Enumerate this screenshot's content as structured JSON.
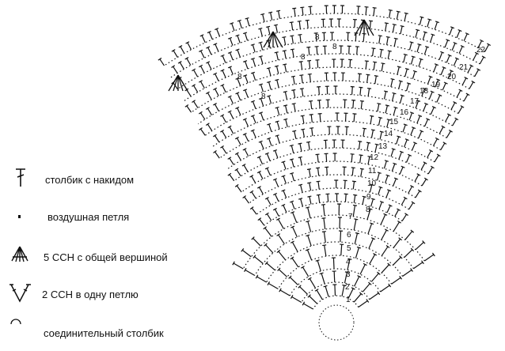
{
  "legend": [
    {
      "symbol": "double-crochet-icon",
      "label": "столбик с накидом"
    },
    {
      "symbol": "chain-stitch-icon",
      "label": "воздушная петля"
    },
    {
      "symbol": "five-dc-cluster-icon",
      "label": "5 ССН с общей вершиной"
    },
    {
      "symbol": "two-dc-same-stitch-icon",
      "label": "2 ССН в одну петлю"
    },
    {
      "symbol": "slip-stitch-icon",
      "label": "соединительный столбик"
    }
  ],
  "row_numbers": [
    "1",
    "2",
    "3",
    "4",
    "5",
    "6",
    "7",
    "8",
    "9",
    "10",
    "11",
    "12",
    "13",
    "14",
    "15",
    "16",
    "17",
    "18",
    "19",
    "20",
    "21",
    "22"
  ],
  "chain_count_label": "8",
  "colors": {
    "ink": "#111111",
    "background": "#ffffff"
  }
}
